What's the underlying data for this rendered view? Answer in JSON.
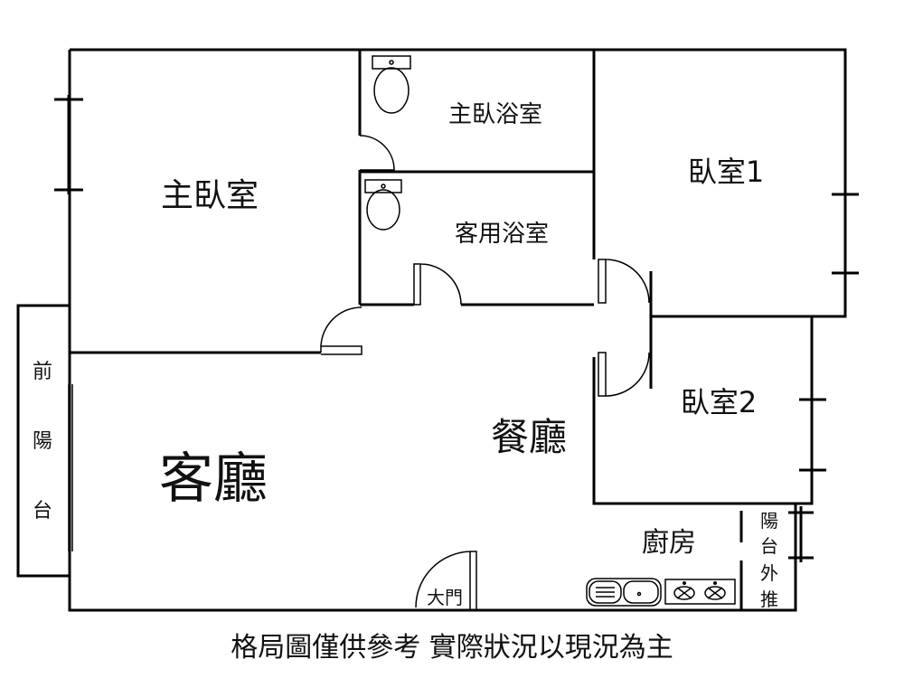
{
  "rooms": {
    "master_bedroom": "主臥室",
    "master_bath": "主臥浴室",
    "guest_bath": "客用浴室",
    "bedroom1": "臥室1",
    "bedroom2": "臥室2",
    "dining": "餐廳",
    "living": "客廳",
    "front_balcony": [
      "前",
      "陽",
      "台"
    ],
    "kitchen": "廚房",
    "balcony_extended": [
      "陽",
      "台",
      "外",
      "推"
    ],
    "main_door": "大門"
  },
  "caption": "格局圖僅供參考 實際狀況以現況為主"
}
